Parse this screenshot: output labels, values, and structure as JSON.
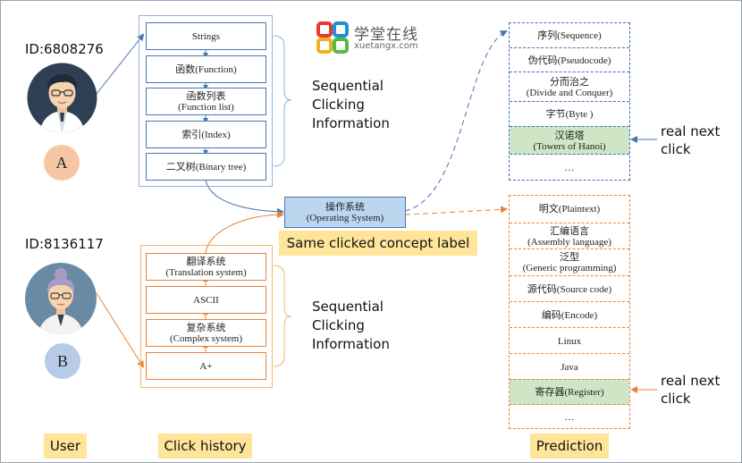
{
  "logo": {
    "name_cn": "学堂在线",
    "domain": "xuetangx.com"
  },
  "users": [
    {
      "id_label": "ID:6808276",
      "letter": "A",
      "badge_color": "#f6c6a4"
    },
    {
      "id_label": "ID:8136117",
      "letter": "B",
      "badge_color": "#b6cbe8"
    }
  ],
  "history_a": [
    {
      "cn": "",
      "en": "Strings"
    },
    {
      "cn": "函数",
      "en": "(Function)"
    },
    {
      "cn": "函数列表",
      "en": "(Function list)"
    },
    {
      "cn": "索引",
      "en": "(Index)"
    },
    {
      "cn": "二叉树",
      "en": "(Binary tree)"
    }
  ],
  "history_b": [
    {
      "cn": "翻译系统",
      "en": "(Translation system)"
    },
    {
      "cn": "",
      "en": "ASCII"
    },
    {
      "cn": "复杂系统",
      "en": "(Complex system)"
    },
    {
      "cn": "",
      "en": "A+"
    }
  ],
  "sequential_label": [
    "Sequential",
    "Clicking",
    "Information"
  ],
  "shared_concept": {
    "cn": "操作系统",
    "en": "(Operating System)"
  },
  "same_label": "Same clicked concept label",
  "prediction_a": [
    {
      "cn": "序列",
      "en": "(Sequence)",
      "highlight": false
    },
    {
      "cn": "伪代码",
      "en": "(Pseudocode)",
      "highlight": false
    },
    {
      "cn": "分而治之",
      "en": "(Divide and Conquer)",
      "highlight": false
    },
    {
      "cn": "字节",
      "en": "(Byte )",
      "highlight": false
    },
    {
      "cn": "汉诺塔",
      "en": "(Towers of Hanoi)",
      "highlight": true
    },
    {
      "cn": "",
      "en": "…",
      "highlight": false
    }
  ],
  "prediction_b": [
    {
      "cn": "明文",
      "en": "(Plaintext)",
      "highlight": false
    },
    {
      "cn": "汇编语言",
      "en": "(Assembly language)",
      "highlight": false
    },
    {
      "cn": "泛型",
      "en": "(Generic programming)",
      "highlight": false
    },
    {
      "cn": "源代码",
      "en": "(Source code)",
      "highlight": false
    },
    {
      "cn": "编码",
      "en": "(Encode)",
      "highlight": false
    },
    {
      "cn": "",
      "en": "Linux",
      "highlight": false
    },
    {
      "cn": "",
      "en": "Java",
      "highlight": false
    },
    {
      "cn": "寄存器",
      "en": "(Register)",
      "highlight": true
    },
    {
      "cn": "",
      "en": "…",
      "highlight": false
    }
  ],
  "real_next_click": [
    "real next",
    "click"
  ],
  "footer": {
    "user": "User",
    "click_history": "Click history",
    "prediction": "Prediction"
  },
  "colors": {
    "blue_line": "#4a74b4",
    "orange_line": "#e8843a",
    "highlight_green": "#cfe6c6",
    "tag_yellow": "#ffe59a",
    "shared_box_blue": "#bcd6f0"
  }
}
